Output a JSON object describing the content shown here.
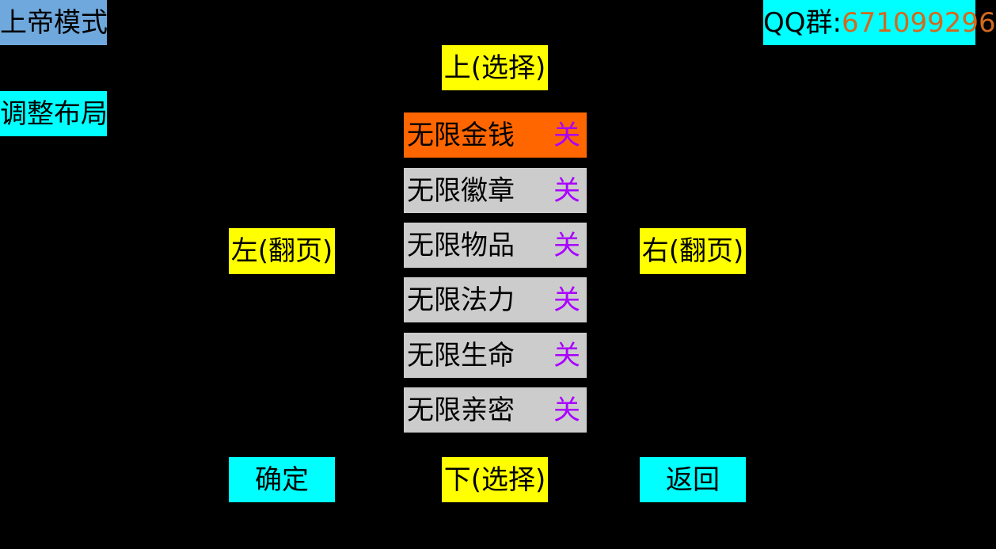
{
  "top_left": {
    "god_mode_label": "上帝模式",
    "adjust_layout_label": "调整布局"
  },
  "qq_group": {
    "prefix": "QQ群:",
    "number": "671099296"
  },
  "nav": {
    "up_label": "上(选择)",
    "down_label": "下(选择)",
    "left_label": "左(翻页)",
    "right_label": "右(翻页)",
    "confirm_label": "确定",
    "back_label": "返回"
  },
  "cheats": [
    {
      "label": "无限金钱",
      "state": "关",
      "selected": true
    },
    {
      "label": "无限徽章",
      "state": "关",
      "selected": false
    },
    {
      "label": "无限物品",
      "state": "关",
      "selected": false
    },
    {
      "label": "无限法力",
      "state": "关",
      "selected": false
    },
    {
      "label": "无限生命",
      "state": "关",
      "selected": false
    },
    {
      "label": "无限亲密",
      "state": "关",
      "selected": false
    }
  ],
  "colors": {
    "background": "#000000",
    "selected_row": "#ff6600",
    "row": "#cccccc",
    "state_text": "#aa00ff",
    "nav_button": "#ffff00",
    "action_button": "#00ffff",
    "mode_button": "#6fa8dc",
    "qq_number": "#d2691e"
  }
}
